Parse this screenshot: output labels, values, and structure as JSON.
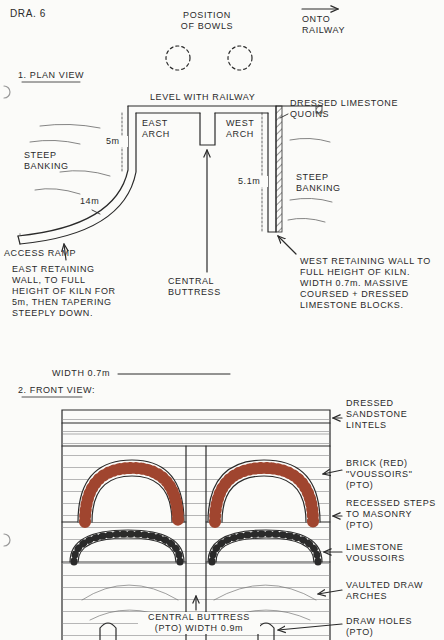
{
  "diagram": {
    "title": "DRA. 6",
    "labels": [
      "POSITION OF BOWLS",
      "ONTO RAILWAY",
      "1. PLAN VIEW",
      "LEVEL WITH RAILWAY",
      "DRESSED LIMESTONE QUOINS",
      "EAST ARCH",
      "WEST ARCH",
      "STEEP BANKING",
      "5m",
      "STEEP BANKING",
      "5.1m",
      "14m",
      "ACCESS RAMP",
      "EAST RETAINING WALL, TO FULL HEIGHT OF KILN FOR 5m, THEN TAPERING STEEPLY DOWN.",
      "CENTRAL BUTTRESS",
      "WEST RETAINING WALL TO FULL HEIGHT OF KILN. WIDTH 0.7m. MASSIVE COURSED + DRESSED LIMESTONE BLOCKS.",
      "WIDTH 0.7m",
      "2. FRONT VIEW:",
      "DRESSED SANDSTONE LINTELS",
      "BRICK (RED) \"VOUSSOIRS\" (PTO)",
      "RECESSED STEPS TO MASONRY (PTO)",
      "LIMESTONE VOUSSOIRS",
      "VAULTED DRAW ARCHES",
      "DRAW HOLES (PTO)",
      "CENTRAL BUTTRESS (PTO) WIDTH 0.9m"
    ]
  }
}
